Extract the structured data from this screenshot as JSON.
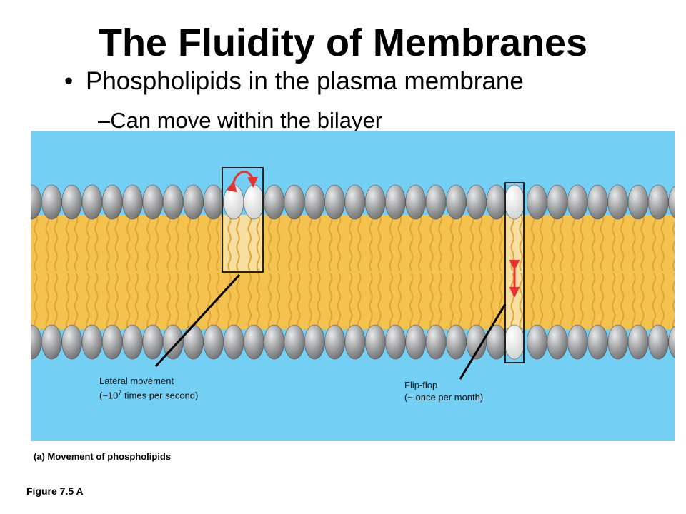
{
  "slide": {
    "title": "The Fluidity of Membranes",
    "bullet_glyph": "•",
    "bullet": "Phospholipids in the plasma membrane",
    "sub_bullet": "–Can move within the bilayer"
  },
  "figure": {
    "caption": "(a) Movement  of phospholipids",
    "figure_label": "Figure 7.5 A",
    "lateral_label_1": "Lateral movement",
    "lateral_label_2_prefix": "(~10",
    "lateral_label_2_exponent": "7",
    "lateral_label_2_suffix": " times per second)",
    "flip_label_1": "Flip-flop",
    "flip_label_2": "(~ once per month)"
  },
  "colors": {
    "background_blue": "#74cff5",
    "tail_yellow": "#f3c24f",
    "tail_line": "#e1a436",
    "head_gray": "#8f9092",
    "highlight_light": "#f7dfa2",
    "arrow_red": "#e63331"
  }
}
